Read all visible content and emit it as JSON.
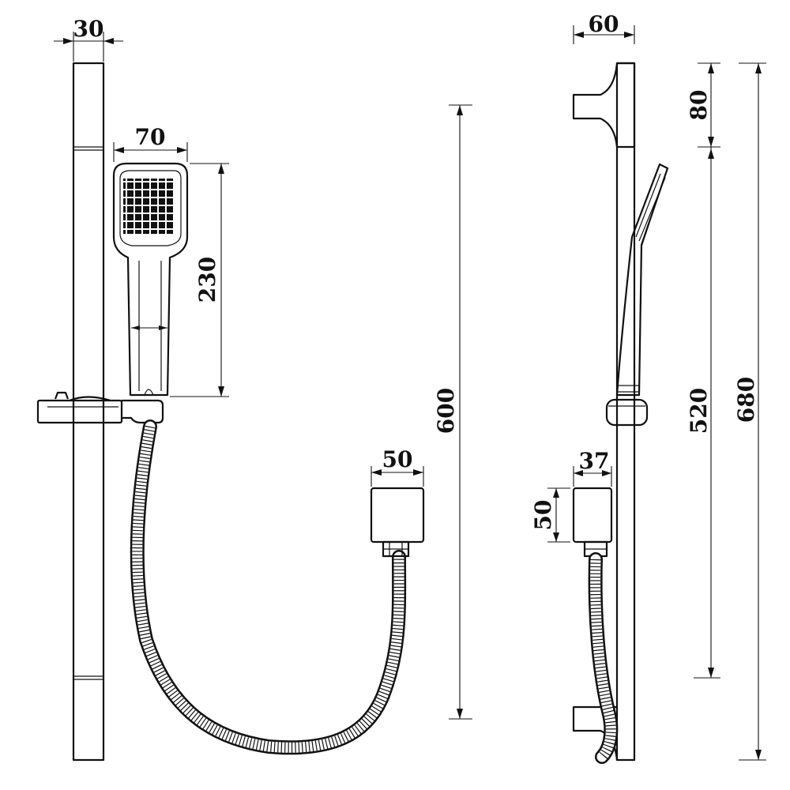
{
  "dimensions": {
    "rail_width": "30",
    "handset_width": "70",
    "handset_height": "230",
    "overall_front": "600",
    "outlet_width": "50",
    "side_depth": "60",
    "outlet_depth": "37",
    "outlet_height": "50",
    "bracket_height": "80",
    "rail_length": "520",
    "overall_height": "680"
  }
}
